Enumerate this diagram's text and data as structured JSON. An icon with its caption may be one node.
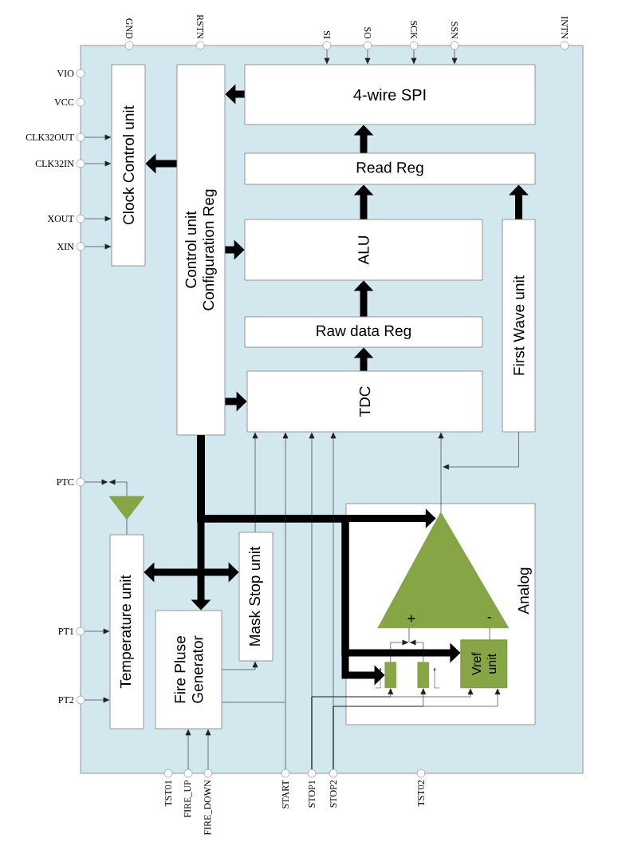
{
  "diagram": {
    "nodes": [
      {
        "text": [
          "Clock Control unit"
        ]
      },
      {
        "text": [
          "Control unit Configuration Reg"
        ]
      },
      {
        "text": [
          "4-wire SPI"
        ]
      },
      {
        "text": [
          "Read Reg"
        ]
      },
      {
        "text": [
          "ALU"
        ]
      },
      {
        "text": [
          "Raw data Reg"
        ]
      },
      {
        "text": [
          "TDC"
        ]
      },
      {
        "text": [
          "First Wave unit"
        ]
      },
      {
        "text": [],
        "shape": "triangle"
      },
      {
        "text": [
          "Temperature unit"
        ]
      },
      {
        "text": [
          "Fire Pluse Generator"
        ]
      },
      {
        "text": [
          "Mask Stop unit"
        ]
      },
      {
        "text": [
          "Analog"
        ]
      },
      {
        "text": [
          "+",
          "-"
        ],
        "in": 12
      },
      {
        "text": [],
        "shape": "box",
        "in": 12
      },
      {
        "text": [],
        "shape": "box",
        "in": 12
      },
      {
        "text": [
          "Vref unit"
        ],
        "in": 12
      },
      {
        "text": [
          "SI"
        ]
      },
      {
        "text": [
          "SO"
        ]
      },
      {
        "text": [
          "SCK"
        ]
      },
      {
        "text": [
          "SSN"
        ]
      },
      {
        "text": [
          "CLK32OUT"
        ]
      },
      {
        "text": [
          "CLK32IN"
        ]
      },
      {
        "text": [
          "XOUT"
        ]
      },
      {
        "text": [
          "XIN"
        ]
      },
      {
        "text": [
          "PTC"
        ]
      },
      {
        "text": [
          "PT1"
        ]
      },
      {
        "text": [
          "PT2"
        ]
      },
      {
        "text": [
          "FIRE_UP"
        ]
      },
      {
        "text": [
          "FIRE_DOWN"
        ]
      },
      {
        "text": [
          "START"
        ]
      },
      {
        "text": [
          "STOP1"
        ]
      },
      {
        "text": [
          "STOP2"
        ]
      }
    ],
    "edges": [
      {
        "from": 2,
        "to": 1,
        "arrow": "to",
        "style": "thick"
      },
      {
        "from": 1,
        "to": 0,
        "arrow": "to",
        "style": "thick"
      },
      {
        "from": 1,
        "to": 4,
        "arrow": "to",
        "style": "thick"
      },
      {
        "from": 1,
        "to": 6,
        "arrow": "to",
        "style": "thick"
      },
      {
        "from": 3,
        "to": 2,
        "arrow": "to",
        "style": "thick"
      },
      {
        "from": 4,
        "to": 3,
        "arrow": "to",
        "style": "thick"
      },
      {
        "from": 7,
        "to": 3,
        "arrow": "to",
        "style": "thick"
      },
      {
        "from": 5,
        "to": 4,
        "arrow": "to",
        "style": "thick"
      },
      {
        "from": 6,
        "to": 5,
        "arrow": "to",
        "style": "thick"
      },
      {
        "from": 1,
        "to": 10,
        "arrow": "to",
        "style": "thick"
      },
      {
        "from": 1,
        "to": 13,
        "arrow": "to",
        "style": "thick"
      },
      {
        "from": 1,
        "to": 16,
        "arrow": "to",
        "style": "thick"
      },
      {
        "from": 1,
        "to": 14,
        "arrow": "to",
        "style": "thick"
      },
      {
        "from": 9,
        "to": 11,
        "arrow": "both",
        "style": "thick"
      },
      {
        "from": 17,
        "to": 2,
        "arrow": "to"
      },
      {
        "from": 18,
        "to": 2,
        "arrow": "to"
      },
      {
        "from": 19,
        "to": 2,
        "arrow": "to"
      },
      {
        "from": 20,
        "to": 2,
        "arrow": "to"
      },
      {
        "from": 21,
        "to": 0,
        "arrow": "to"
      },
      {
        "from": 22,
        "to": 0,
        "arrow": "to"
      },
      {
        "from": 23,
        "to": 0,
        "arrow": "to"
      },
      {
        "from": 24,
        "to": 0,
        "arrow": "to"
      },
      {
        "from": 25,
        "to": null,
        "arrow": "to"
      },
      {
        "from": 8,
        "to": 9,
        "arrow": "none"
      },
      {
        "from": 26,
        "to": 9,
        "arrow": "to"
      },
      {
        "from": 27,
        "to": 9,
        "arrow": "to"
      },
      {
        "from": 28,
        "to": 10,
        "arrow": "to"
      },
      {
        "from": 29,
        "to": 10,
        "arrow": "to"
      },
      {
        "from": 10,
        "to": 11,
        "arrow": "to"
      },
      {
        "from": 11,
        "to": 6,
        "arrow": "to"
      },
      {
        "from": 30,
        "to": 6,
        "arrow": "to"
      },
      {
        "from": 31,
        "to": 6,
        "arrow": "to"
      },
      {
        "from": 32,
        "to": 6,
        "arrow": "to"
      },
      {
        "from": 13,
        "to": 6,
        "arrow": "to"
      },
      {
        "from": 7,
        "to": null,
        "arrow": "to"
      },
      {
        "from": 10,
        "to": null,
        "arrow": "none"
      },
      {
        "from": 31,
        "to": 14,
        "arrow": "to"
      },
      {
        "from": 31,
        "to": 16,
        "arrow": "to"
      },
      {
        "from": 32,
        "to": 15,
        "arrow": "to"
      },
      {
        "from": 32,
        "to": 16,
        "arrow": "to"
      },
      {
        "from": 14,
        "to": null,
        "arrow": "to"
      },
      {
        "from": 15,
        "to": null,
        "arrow": "to"
      },
      {
        "from": 16,
        "to": 13,
        "arrow": "none"
      },
      {
        "from": 8,
        "to": null,
        "arrow": "to"
      },
      {
        "from": null,
        "to": 13,
        "arrow": "none"
      }
    ],
    "labels": [
      "GND",
      "RSTN",
      "INTN",
      "VIO",
      "VCC",
      "TST01",
      "TST02"
    ]
  }
}
